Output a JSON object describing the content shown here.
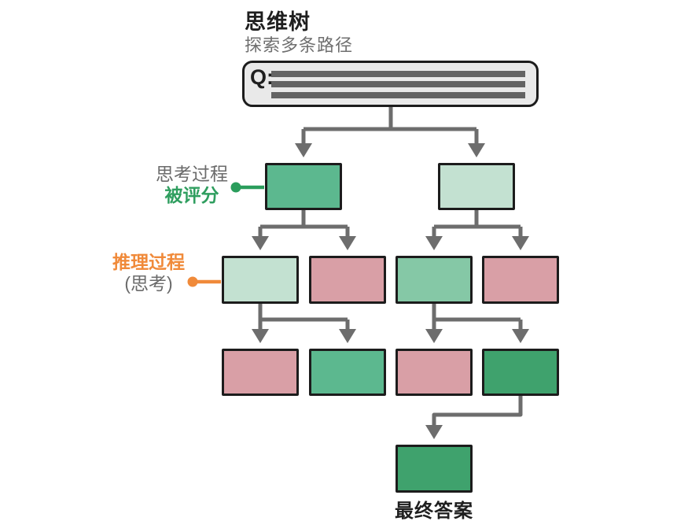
{
  "title": "思维树",
  "subtitle": "探索多条路径",
  "question_box": {
    "label": "Q:",
    "placeholder_line_count": 3
  },
  "annotations": {
    "score_label_line1": "思考过程",
    "score_label_line2": "被评分",
    "reason_label_line1": "推理过程",
    "reason_label_line2": "(思考)",
    "final_label": "最终答案"
  },
  "colors": {
    "green_dark": "#3fa26d",
    "green_mid": "#5cb88f",
    "green_mid_light": "#85c8a6",
    "green_light": "#c3e1d1",
    "pink": "#d99fa6",
    "connector_gray": "#6d6d6d",
    "accent_green": "#2a9d5c",
    "accent_orange": "#f08a3a",
    "text_dark": "#1f1f1f",
    "text_gray": "#6b6b6b",
    "box_border": "#1c1c1c",
    "question_box_fill": "#e9e9e9",
    "placeholder_bar_gray": "#636363"
  },
  "tree": {
    "root": "question",
    "levels": [
      {
        "name": "thoughts-scored",
        "nodes": [
          {
            "id": "A1",
            "color": "green_mid"
          },
          {
            "id": "A2",
            "color": "green_light"
          }
        ]
      },
      {
        "name": "reasoning-thoughts",
        "nodes": [
          {
            "id": "B1",
            "color": "green_light"
          },
          {
            "id": "B2",
            "color": "pink"
          },
          {
            "id": "B3",
            "color": "green_mid_light"
          },
          {
            "id": "B4",
            "color": "pink"
          }
        ]
      },
      {
        "name": "expanded-thoughts",
        "nodes": [
          {
            "id": "C1",
            "color": "pink"
          },
          {
            "id": "C2",
            "color": "green_mid"
          },
          {
            "id": "C3",
            "color": "pink"
          },
          {
            "id": "C4",
            "color": "green_dark"
          }
        ]
      }
    ],
    "final": {
      "id": "final-answer",
      "color": "green_dark"
    },
    "edges": [
      [
        "question",
        "A1"
      ],
      [
        "question",
        "A2"
      ],
      [
        "A1",
        "B1"
      ],
      [
        "A1",
        "B2"
      ],
      [
        "A2",
        "B3"
      ],
      [
        "A2",
        "B4"
      ],
      [
        "B1",
        "C1"
      ],
      [
        "B1",
        "C2"
      ],
      [
        "B3",
        "C3"
      ],
      [
        "B3",
        "C4"
      ],
      [
        "C4",
        "final-answer"
      ]
    ]
  }
}
